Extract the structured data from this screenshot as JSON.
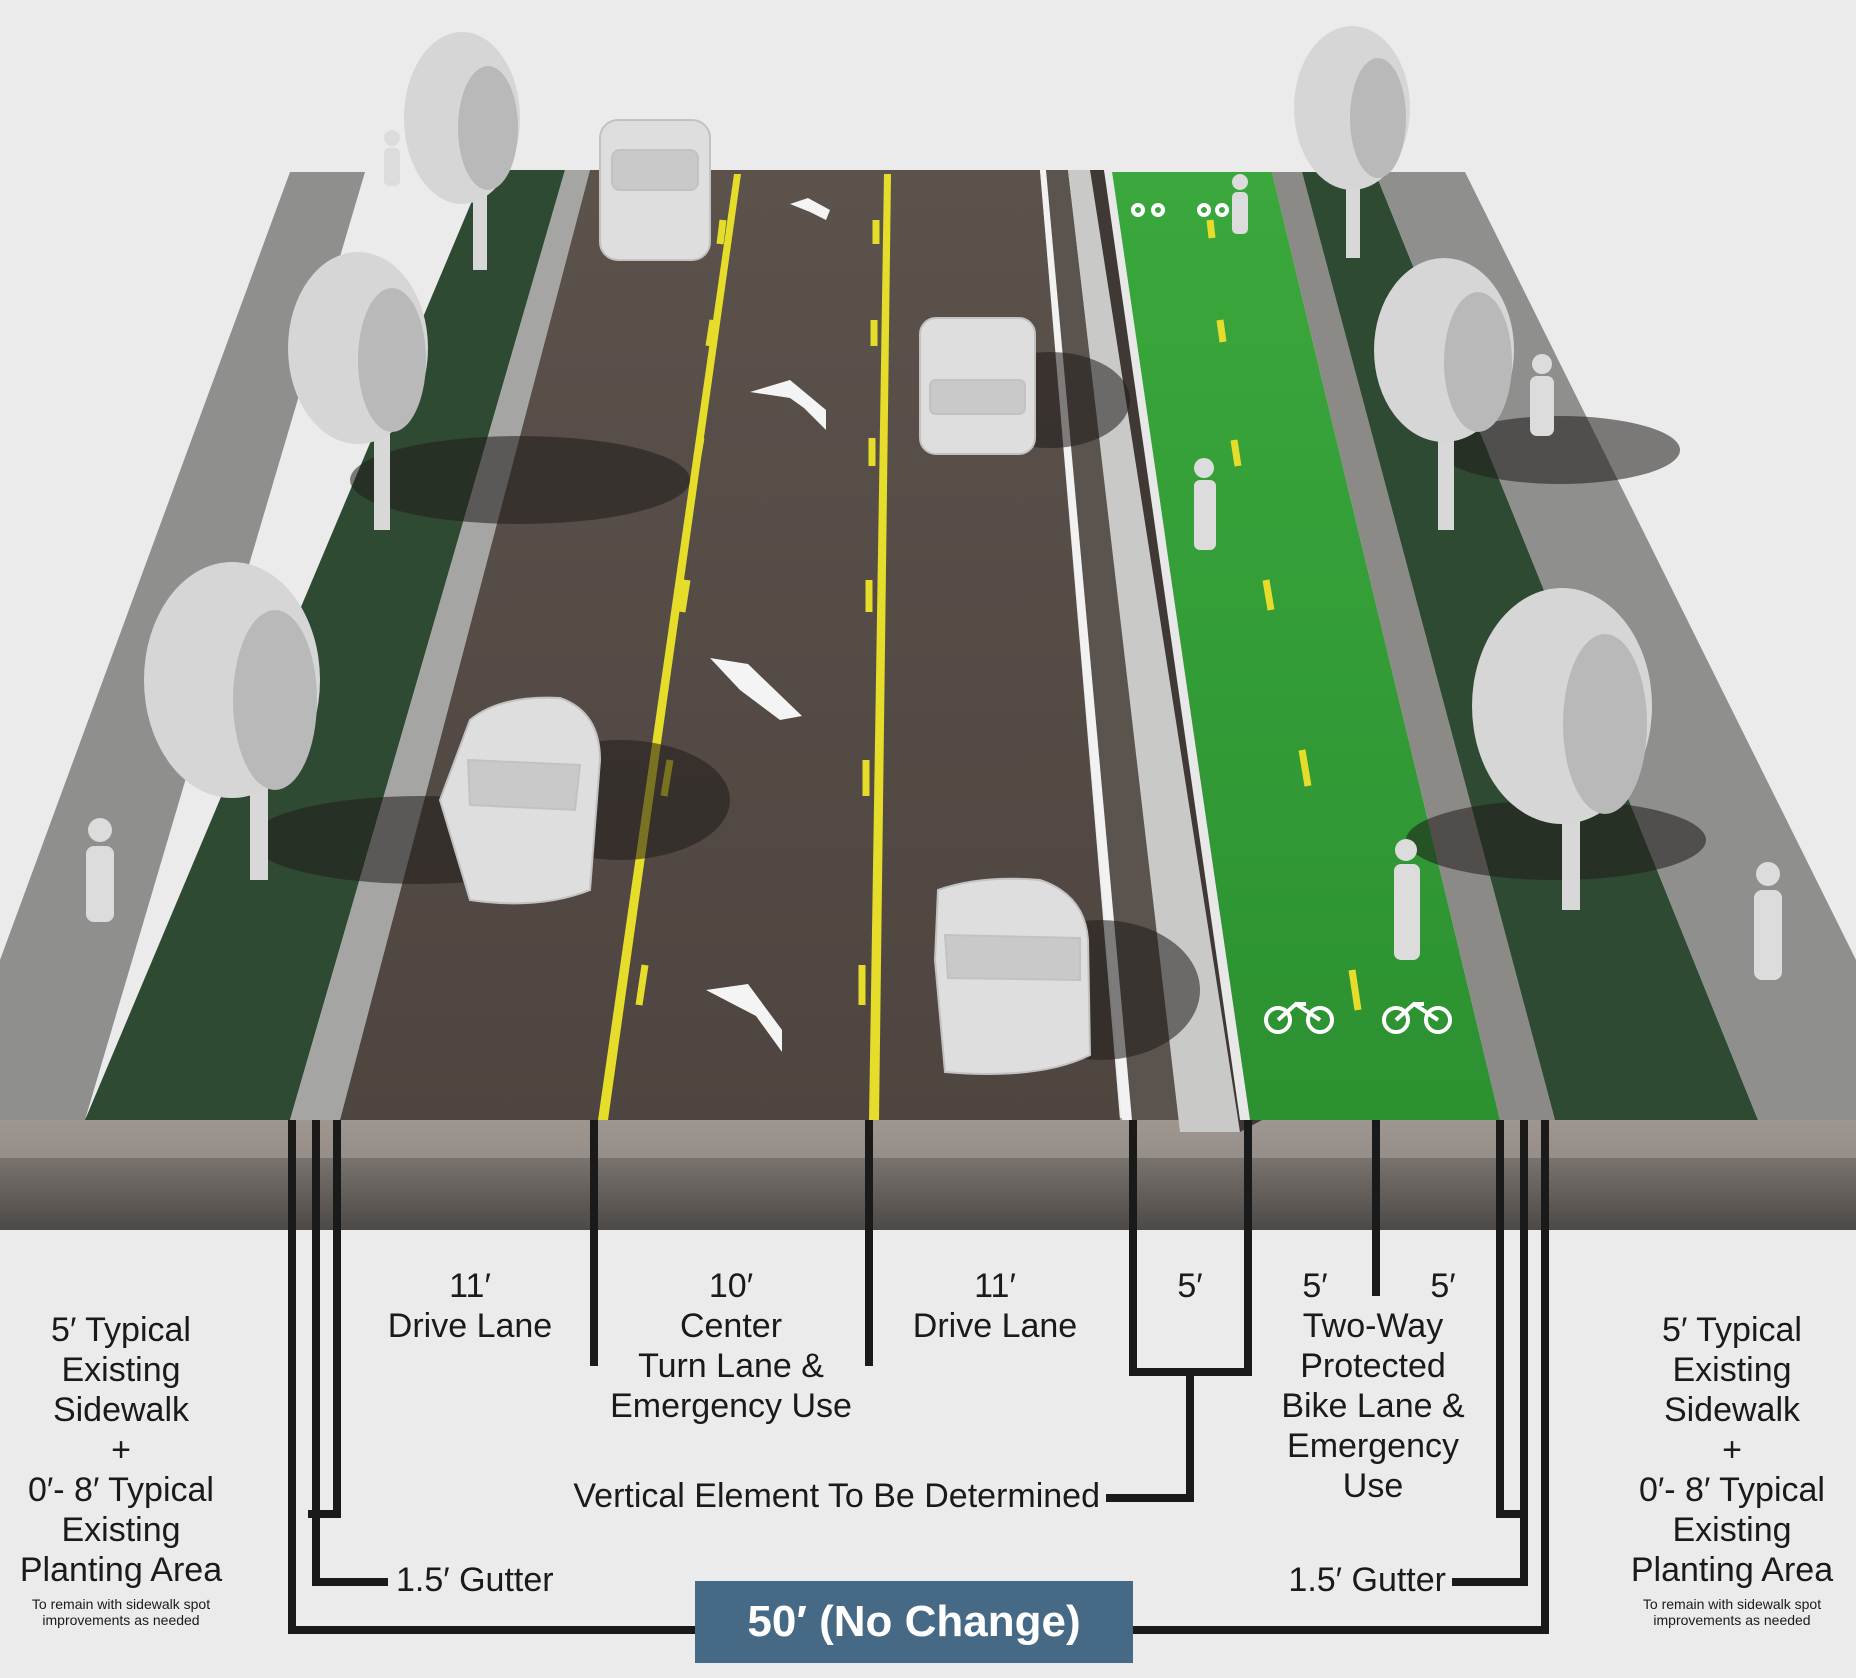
{
  "colors": {
    "background": "#ebebeb",
    "asphalt": "#544a45",
    "bike_lane": "#2f9a34",
    "planting": "#2f4a32",
    "sidewalk": "#8f8f8d",
    "lane_yellow": "#e6dc2a",
    "label_box": "#466a85"
  },
  "labels": {
    "left_sidewalk": {
      "text": "5′ Typical\nExisting\nSidewalk\n+\n0′- 8′ Typical\nExisting\nPlanting Area",
      "note": "To remain with sidewalk spot\nimprovements as needed"
    },
    "drive_lane_left": {
      "text": "11′\nDrive Lane"
    },
    "center_lane": {
      "text": "10′\nCenter\nTurn Lane &\nEmergency Use"
    },
    "drive_lane_right": {
      "text": "11′\nDrive Lane"
    },
    "buffer": {
      "text": "5′"
    },
    "bike_lane_left_width": {
      "text": "5′"
    },
    "bike_lane_right_width": {
      "text": "5′"
    },
    "bike_lane": {
      "text": "Two-Way\nProtected\nBike Lane &\nEmergency\nUse"
    },
    "right_sidewalk": {
      "text": "5′ Typical\nExisting\nSidewalk\n+\n0′- 8′ Typical\nExisting\nPlanting Area",
      "note": "To remain with sidewalk spot\nimprovements as needed"
    },
    "vertical_element": {
      "text": "Vertical Element To Be Determined"
    },
    "gutter_left": {
      "text": "1.5′ Gutter"
    },
    "gutter_right": {
      "text": "1.5′ Gutter"
    },
    "total_width": {
      "text": "50′ (No Change)"
    }
  }
}
